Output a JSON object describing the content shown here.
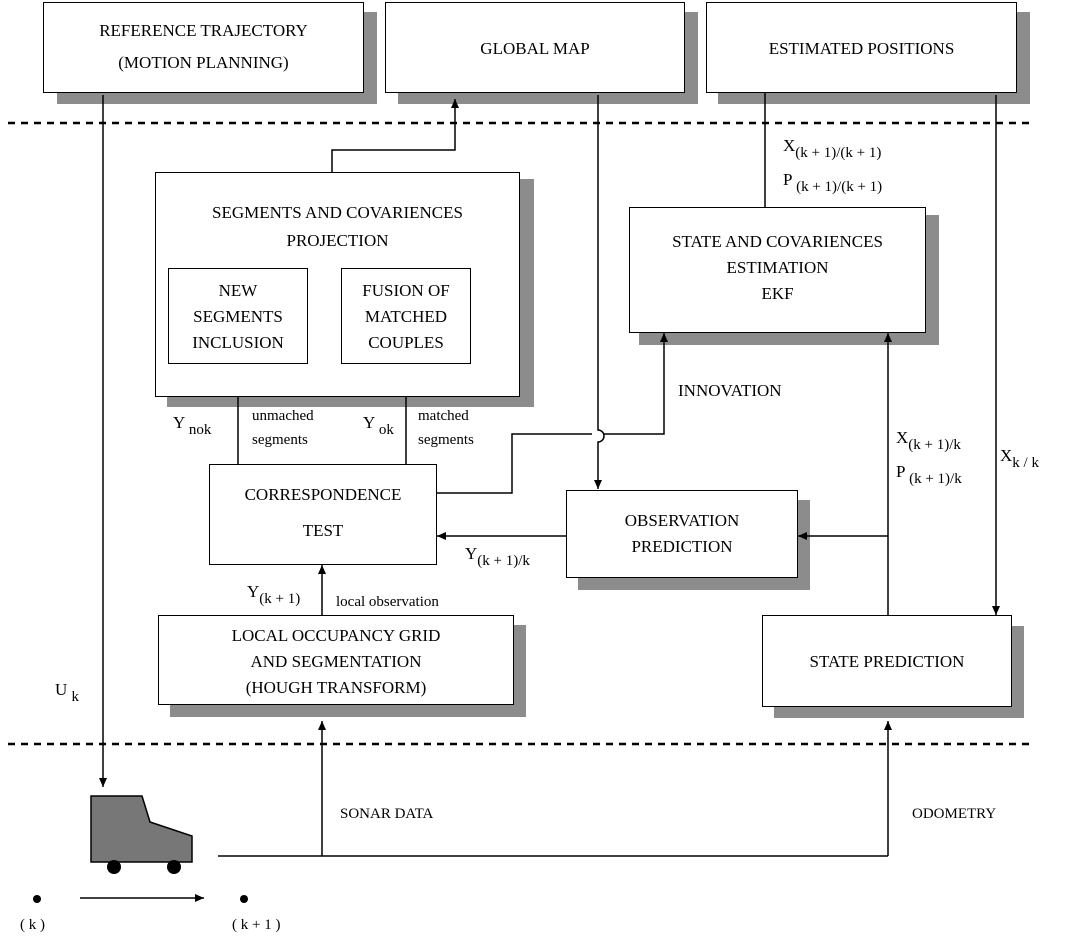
{
  "boxes": {
    "reference_trajectory": [
      "REFERENCE TRAJECTORY",
      "(MOTION PLANNING)"
    ],
    "global_map": "GLOBAL MAP",
    "estimated_positions": "ESTIMATED POSITIONS",
    "segments_projection": [
      "SEGMENTS  AND  COVARIENCES",
      "PROJECTION"
    ],
    "new_segments": [
      "NEW",
      "SEGMENTS",
      "INCLUSION"
    ],
    "fusion": [
      "FUSION OF",
      "MATCHED",
      "COUPLES"
    ],
    "state_estimation": [
      "STATE  AND  COVARIENCES",
      "ESTIMATION",
      "EKF"
    ],
    "correspondence": [
      "CORRESPONDENCE",
      "TEST"
    ],
    "observation_prediction": [
      "OBSERVATION",
      "PREDICTION"
    ],
    "local_grid": [
      "LOCAL OCCUPANCY GRID",
      "AND  SEGMENTATION",
      "(HOUGH TRANSFORM)"
    ],
    "state_prediction": "STATE  PREDICTION"
  },
  "labels": {
    "x_k1_k1": {
      "main": "X",
      "sub": "(k + 1)/(k + 1)"
    },
    "p_k1_k1": {
      "main": "P",
      "sub": "(k + 1)/(k + 1)"
    },
    "innovation": "INNOVATION",
    "y_nok": {
      "main": "Y",
      "sub": "nok"
    },
    "unmached": [
      "unmached",
      "segments"
    ],
    "y_ok": {
      "main": "Y",
      "sub": "ok"
    },
    "matched": [
      "matched",
      "segments"
    ],
    "x_k1_k": {
      "main": "X",
      "sub": "(k + 1)/k"
    },
    "p_k1_k": {
      "main": "P",
      "sub": "(k + 1)/k"
    },
    "x_k_k": {
      "main": "X",
      "sub": "k / k"
    },
    "y_k1_k": {
      "main": "Y",
      "sub": "(k + 1)/k"
    },
    "y_k1": {
      "main": "Y",
      "sub": "(k + 1)"
    },
    "local_observation": "local observation",
    "u_k": {
      "main": "U",
      "sub": "k"
    },
    "sonar_data": "SONAR DATA",
    "odometry": "ODOMETRY",
    "time_k": "( k )",
    "time_k1": "( k + 1 )"
  }
}
